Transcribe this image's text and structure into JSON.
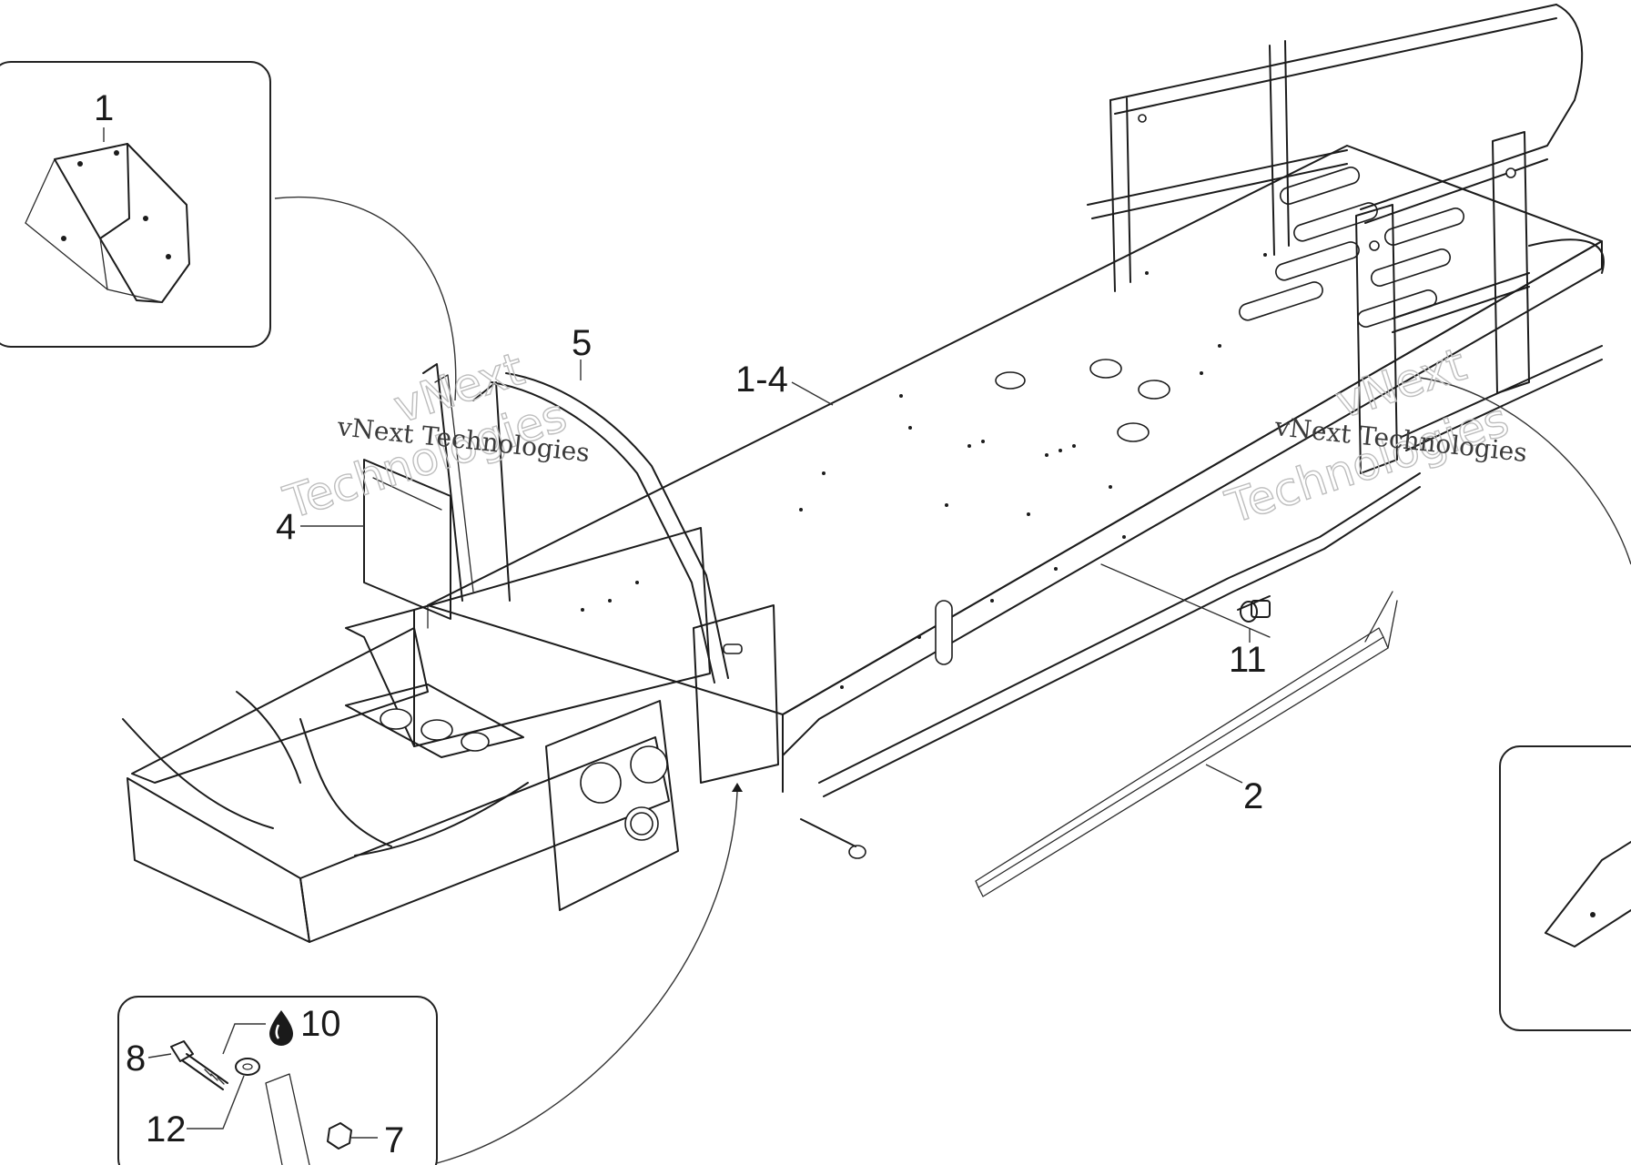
{
  "diagram": {
    "callouts": {
      "c1": "1",
      "c1_4": "1-4",
      "c2": "2",
      "c4": "4",
      "c5": "5",
      "c7": "7",
      "c8": "8",
      "c10": "10",
      "c11": "11",
      "c12": "12"
    },
    "watermark": {
      "brand_small": "vNext Technologies",
      "brand_big_1": "vNext",
      "brand_big_2": "Technologies"
    }
  }
}
